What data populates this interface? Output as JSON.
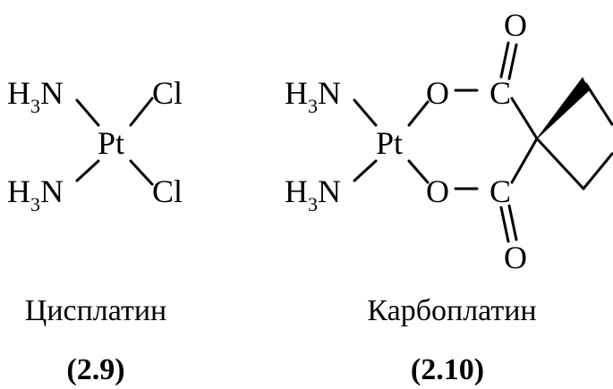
{
  "molecule_1": {
    "amine_top": {
      "main": "H",
      "sub": "3",
      "tail": "N"
    },
    "amine_bottom": {
      "main": "H",
      "sub": "3",
      "tail": "N"
    },
    "metal": "Pt",
    "ligand_top": "Cl",
    "ligand_bottom": "Cl",
    "name": "Цисплатин",
    "number": "(2.9)"
  },
  "molecule_2": {
    "amine_top": {
      "main": "H",
      "sub": "3",
      "tail": "N"
    },
    "amine_bottom": {
      "main": "H",
      "sub": "3",
      "tail": "N"
    },
    "metal": "Pt",
    "oxygen_top": "O",
    "oxygen_bottom": "O",
    "carbon_top": "C",
    "carbon_bottom": "C",
    "carbonyl_oxygen_top": "O",
    "carbonyl_oxygen_bottom": "O",
    "name": "Карбоплатин",
    "number": "(2.10)"
  },
  "colors": {
    "ink": "#000000",
    "background": "#ffffff"
  }
}
